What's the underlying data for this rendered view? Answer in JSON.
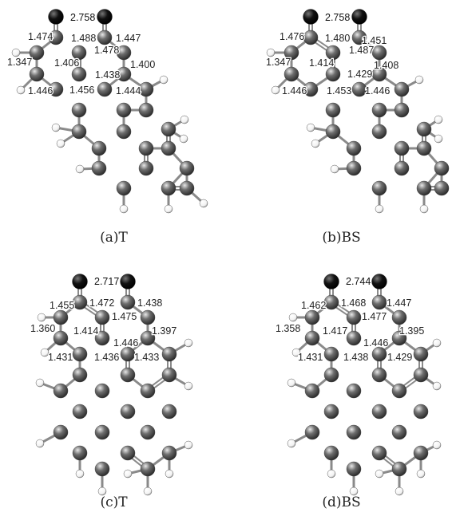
{
  "figure": {
    "panels": [
      {
        "id": "a",
        "caption": "(a)T",
        "oo_distance": "2.758",
        "bond_labels": [
          "1.474",
          "1.488",
          "1.447",
          "1.478",
          "1.347",
          "1.406",
          "1.400",
          "1.438",
          "1.446",
          "1.456",
          "1.444"
        ],
        "rings": 6
      },
      {
        "id": "b",
        "caption": "(b)BS",
        "oo_distance": "2.758",
        "bond_labels": [
          "1.476",
          "1.480",
          "1.451",
          "1.487",
          "1.347",
          "1.414",
          "1.408",
          "1.429",
          "1.446",
          "1.453",
          "1.446"
        ],
        "rings": 6
      },
      {
        "id": "c",
        "caption": "(c)T",
        "oo_distance": "2.717",
        "bond_labels": [
          "1.455",
          "1.472",
          "1.438",
          "1.475",
          "1.360",
          "1.414",
          "1.397",
          "1.446",
          "1.431",
          "1.436",
          "1.433"
        ],
        "rings": 7
      },
      {
        "id": "d",
        "caption": "(d)BS",
        "oo_distance": "2.744",
        "bond_labels": [
          "1.462",
          "1.468",
          "1.447",
          "1.477",
          "1.358",
          "1.417",
          "1.395",
          "1.446",
          "1.431",
          "1.438",
          "1.429"
        ],
        "rings": 7
      }
    ],
    "colors": {
      "carbon": "#6e6e6e",
      "oxygen": "#111111",
      "hydrogen": "#f2f2f2",
      "bond": "#8a8a8a"
    }
  }
}
